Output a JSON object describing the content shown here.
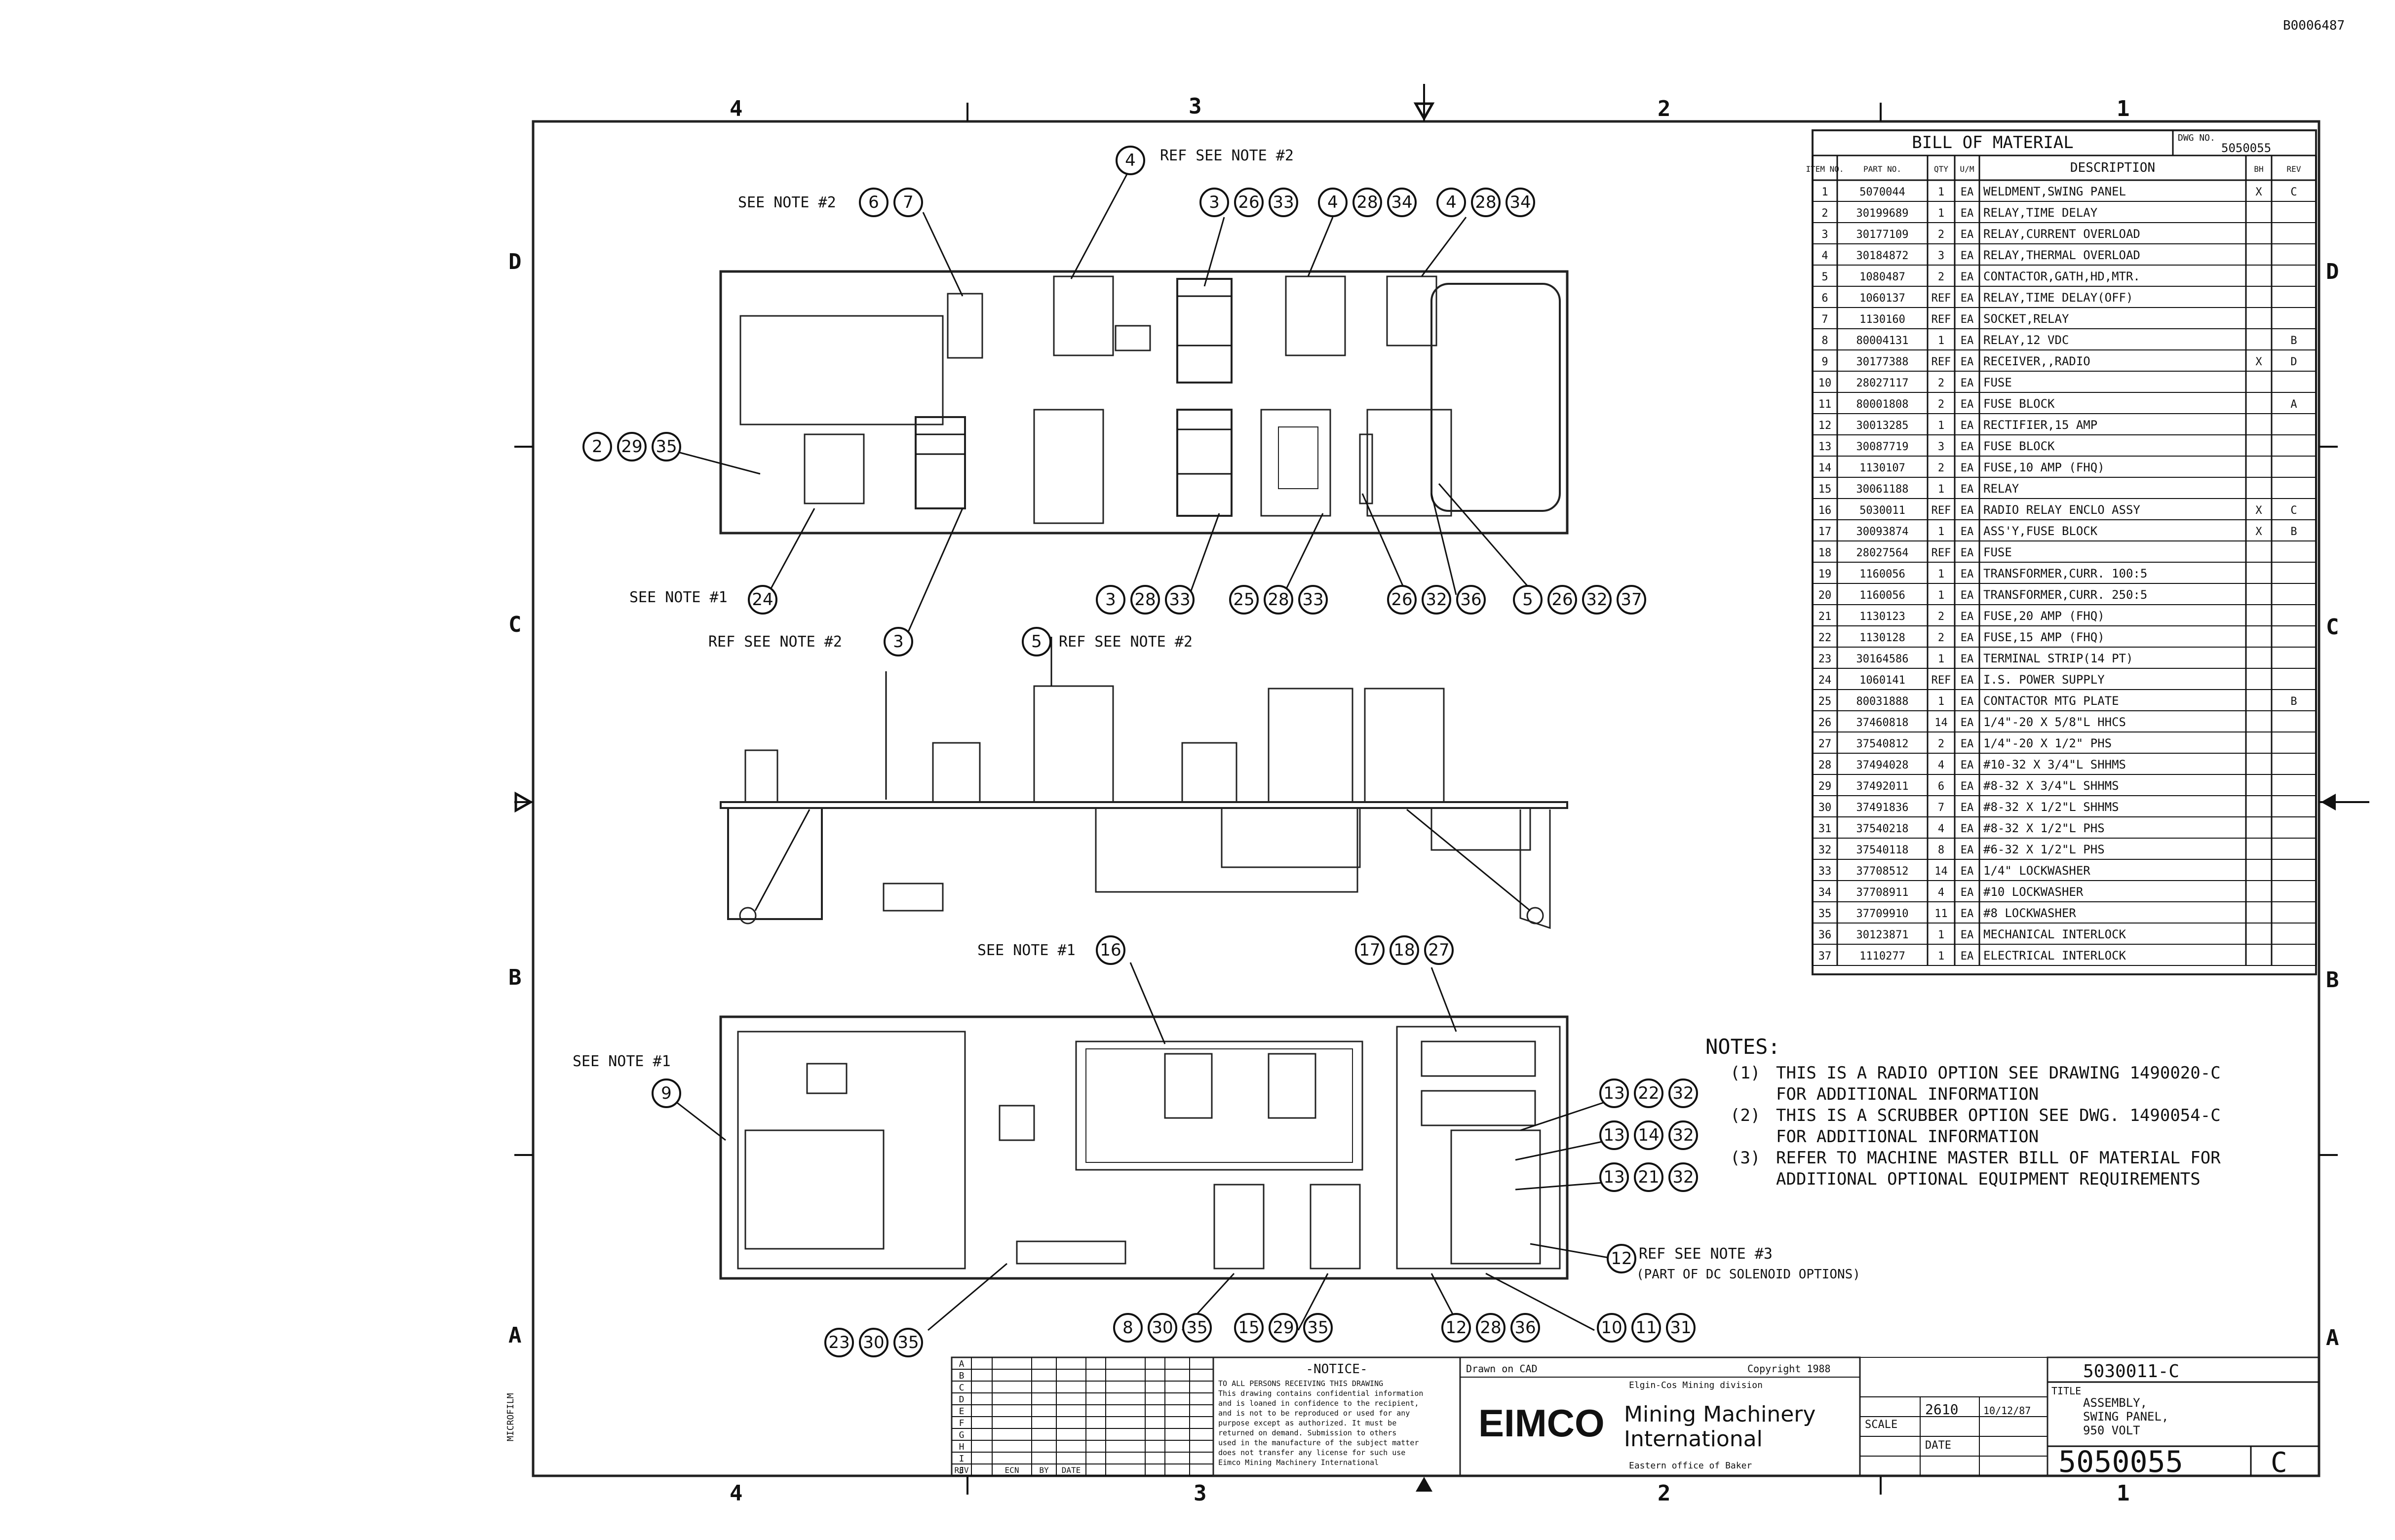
{
  "doc_id_corner": "B0006487",
  "zones": {
    "top": [
      "4",
      "3",
      "2",
      "1"
    ],
    "bottom": [
      "4",
      "3",
      "2",
      "1"
    ],
    "left": [
      "D",
      "C",
      "B",
      "A"
    ],
    "right": [
      "D",
      "C",
      "B",
      "A"
    ]
  },
  "callouts": {
    "note2_top": "SEE NOTE #2",
    "ref_note2_top": "REF  SEE NOTE #2",
    "note1_mid": "SEE NOTE #1",
    "ref_note2_left": "REF  SEE NOTE #2",
    "ref_note2_mid": "REF  SEE NOTE #2",
    "note1_lower": "SEE NOTE #1",
    "note1_left": "SEE NOTE #1",
    "ref_note3": "REF  SEE NOTE #3",
    "part_of": "(PART OF DC SOLENOID OPTIONS)"
  },
  "balloons": [
    {
      "n": "4"
    },
    {
      "n": "6"
    },
    {
      "n": "7"
    },
    {
      "n": "3"
    },
    {
      "n": "26"
    },
    {
      "n": "33"
    },
    {
      "n": "4"
    },
    {
      "n": "28"
    },
    {
      "n": "34"
    },
    {
      "n": "4"
    },
    {
      "n": "28"
    },
    {
      "n": "34"
    },
    {
      "n": "2"
    },
    {
      "n": "29"
    },
    {
      "n": "35"
    },
    {
      "n": "24"
    },
    {
      "n": "3"
    },
    {
      "n": "3"
    },
    {
      "n": "28"
    },
    {
      "n": "33"
    },
    {
      "n": "25"
    },
    {
      "n": "28"
    },
    {
      "n": "33"
    },
    {
      "n": "26"
    },
    {
      "n": "32"
    },
    {
      "n": "36"
    },
    {
      "n": "5"
    },
    {
      "n": "26"
    },
    {
      "n": "32"
    },
    {
      "n": "37"
    },
    {
      "n": "5"
    },
    {
      "n": "16"
    },
    {
      "n": "17"
    },
    {
      "n": "18"
    },
    {
      "n": "27"
    },
    {
      "n": "9"
    },
    {
      "n": "13"
    },
    {
      "n": "22"
    },
    {
      "n": "32"
    },
    {
      "n": "13"
    },
    {
      "n": "14"
    },
    {
      "n": "32"
    },
    {
      "n": "13"
    },
    {
      "n": "21"
    },
    {
      "n": "32"
    },
    {
      "n": "12"
    },
    {
      "n": "23"
    },
    {
      "n": "30"
    },
    {
      "n": "35"
    },
    {
      "n": "8"
    },
    {
      "n": "30"
    },
    {
      "n": "35"
    },
    {
      "n": "15"
    },
    {
      "n": "29"
    },
    {
      "n": "35"
    },
    {
      "n": "12"
    },
    {
      "n": "28"
    },
    {
      "n": "36"
    },
    {
      "n": "10"
    },
    {
      "n": "11"
    },
    {
      "n": "31"
    }
  ],
  "bom": {
    "title": "BILL OF MATERIAL",
    "dwg_label": "DWG NO.",
    "dwg_no": "5050055",
    "headers": [
      "ITEM NO.",
      "PART NO.",
      "QTY",
      "U/M",
      "DESCRIPTION",
      "BH",
      "REV"
    ],
    "rows": [
      [
        "1",
        "5070044",
        "1",
        "EA",
        "WELDMENT,SWING PANEL",
        "X",
        "C"
      ],
      [
        "2",
        "30199689",
        "1",
        "EA",
        "RELAY,TIME DELAY",
        "",
        ""
      ],
      [
        "3",
        "30177109",
        "2",
        "EA",
        "RELAY,CURRENT OVERLOAD",
        "",
        ""
      ],
      [
        "4",
        "30184872",
        "3",
        "EA",
        "RELAY,THERMAL OVERLOAD",
        "",
        ""
      ],
      [
        "5",
        "1080487",
        "2",
        "EA",
        "CONTACTOR,GATH,HD,MTR.",
        "",
        ""
      ],
      [
        "6",
        "1060137",
        "REF",
        "EA",
        "RELAY,TIME DELAY(OFF)",
        "",
        ""
      ],
      [
        "7",
        "1130160",
        "REF",
        "EA",
        "SOCKET,RELAY",
        "",
        ""
      ],
      [
        "8",
        "80004131",
        "1",
        "EA",
        "RELAY,12 VDC",
        "",
        "B"
      ],
      [
        "9",
        "30177388",
        "REF",
        "EA",
        "RECEIVER,,RADIO",
        "X",
        "D"
      ],
      [
        "10",
        "28027117",
        "2",
        "EA",
        "FUSE",
        "",
        ""
      ],
      [
        "11",
        "80001808",
        "2",
        "EA",
        "FUSE BLOCK",
        "",
        "A"
      ],
      [
        "12",
        "30013285",
        "1",
        "EA",
        "RECTIFIER,15 AMP",
        "",
        ""
      ],
      [
        "13",
        "30087719",
        "3",
        "EA",
        "FUSE BLOCK",
        "",
        ""
      ],
      [
        "14",
        "1130107",
        "2",
        "EA",
        "FUSE,10 AMP (FHQ)",
        "",
        ""
      ],
      [
        "15",
        "30061188",
        "1",
        "EA",
        "RELAY",
        "",
        ""
      ],
      [
        "16",
        "5030011",
        "REF",
        "EA",
        "RADIO RELAY ENCLO ASSY",
        "X",
        "C"
      ],
      [
        "17",
        "30093874",
        "1",
        "EA",
        "ASS'Y,FUSE BLOCK",
        "X",
        "B"
      ],
      [
        "18",
        "28027564",
        "REF",
        "EA",
        "FUSE",
        "",
        ""
      ],
      [
        "19",
        "1160056",
        "1",
        "EA",
        "TRANSFORMER,CURR. 100:5",
        "",
        ""
      ],
      [
        "20",
        "1160056",
        "1",
        "EA",
        "TRANSFORMER,CURR. 250:5",
        "",
        ""
      ],
      [
        "21",
        "1130123",
        "2",
        "EA",
        "FUSE,20 AMP (FHQ)",
        "",
        ""
      ],
      [
        "22",
        "1130128",
        "2",
        "EA",
        "FUSE,15 AMP (FHQ)",
        "",
        ""
      ],
      [
        "23",
        "30164586",
        "1",
        "EA",
        "TERMINAL STRIP(14 PT)",
        "",
        ""
      ],
      [
        "24",
        "1060141",
        "REF",
        "EA",
        "I.S. POWER SUPPLY",
        "",
        ""
      ],
      [
        "25",
        "80031888",
        "1",
        "EA",
        "CONTACTOR MTG PLATE",
        "",
        "B"
      ],
      [
        "26",
        "37460818",
        "14",
        "EA",
        "1/4\"-20 X 5/8\"L HHCS",
        "",
        ""
      ],
      [
        "27",
        "37540812",
        "2",
        "EA",
        "1/4\"-20 X 1/2\" PHS",
        "",
        ""
      ],
      [
        "28",
        "37494028",
        "4",
        "EA",
        "#10-32 X 3/4\"L SHHMS",
        "",
        ""
      ],
      [
        "29",
        "37492011",
        "6",
        "EA",
        "#8-32 X 3/4\"L SHHMS",
        "",
        ""
      ],
      [
        "30",
        "37491836",
        "7",
        "EA",
        "#8-32 X 1/2\"L SHHMS",
        "",
        ""
      ],
      [
        "31",
        "37540218",
        "4",
        "EA",
        "#8-32 X 1/2\"L PHS",
        "",
        ""
      ],
      [
        "32",
        "37540118",
        "8",
        "EA",
        "#6-32 X 1/2\"L PHS",
        "",
        ""
      ],
      [
        "33",
        "37708512",
        "14",
        "EA",
        "1/4\" LOCKWASHER",
        "",
        ""
      ],
      [
        "34",
        "37708911",
        "4",
        "EA",
        "#10 LOCKWASHER",
        "",
        ""
      ],
      [
        "35",
        "37709910",
        "11",
        "EA",
        "#8 LOCKWASHER",
        "",
        ""
      ],
      [
        "36",
        "30123871",
        "1",
        "EA",
        "MECHANICAL INTERLOCK",
        "",
        ""
      ],
      [
        "37",
        "1110277",
        "1",
        "EA",
        "ELECTRICAL INTERLOCK",
        "",
        ""
      ]
    ]
  },
  "notes": {
    "heading": "NOTES:",
    "lines": [
      {
        "num": "(1)",
        "text": "THIS IS A RADIO OPTION SEE DRAWING 1490020-C"
      },
      {
        "num": "",
        "text": "FOR ADDITIONAL INFORMATION"
      },
      {
        "num": "(2)",
        "text": "THIS IS A SCRUBBER OPTION SEE DWG. 1490054-C"
      },
      {
        "num": "",
        "text": "FOR ADDITIONAL INFORMATION"
      },
      {
        "num": "(3)",
        "text": "REFER TO MACHINE MASTER BILL OF MATERIAL FOR"
      },
      {
        "num": "",
        "text": "ADDITIONAL OPTIONAL EQUIPMENT REQUIREMENTS"
      }
    ]
  },
  "title_block": {
    "notice_title": "-NOTICE-",
    "notice_lines": [
      "TO ALL PERSONS RECEIVING THIS DRAWING",
      "This drawing contains confidential information",
      "and is loaned in confidence to the recipient,",
      "and is not to be reproduced or used for any",
      "purpose except as authorized. It must be",
      "returned on demand. Submission to others",
      "used in the manufacture of the subject matter",
      "does not transfer any license for such use",
      "Eimco Mining Machinery International"
    ],
    "drawn": "Drawn on CAD",
    "copyright": "Copyright 1988",
    "division": "Elgin-Cos Mining division",
    "logo": "EIMCO",
    "company_line1": "Mining Machinery",
    "company_line2": "International",
    "company_line3": "Eastern office of Baker",
    "rev_labels": [
      "A",
      "B",
      "C",
      "D",
      "E",
      "F",
      "G",
      "H",
      "I",
      "J"
    ],
    "rev_cols": [
      "REV",
      "ECN",
      "BY",
      "DATE"
    ],
    "assy_no": "5030011-C",
    "title_label": "TITLE",
    "title_lines": [
      "ASSEMBLY,",
      "SWING PANEL,",
      "950 VOLT"
    ],
    "dwg_no": "5050055",
    "size": "C",
    "scale_label": "SCALE",
    "date_label": "DATE",
    "small_1": "2610",
    "small_2": "10/12/87"
  },
  "margin_note": "MICROFILM"
}
